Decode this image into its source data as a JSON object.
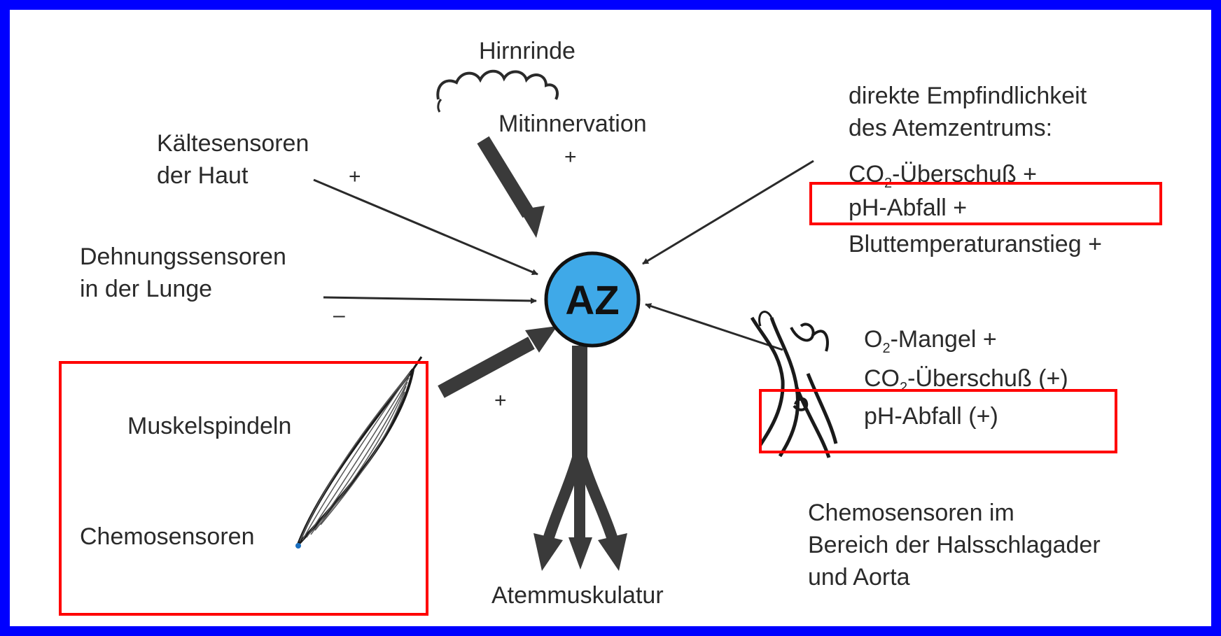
{
  "center": {
    "label": "AZ",
    "color": "#3fa9e8"
  },
  "hirnrinde": {
    "title": "Hirnrinde",
    "subtitle": "Mitinnervation",
    "sign": "+"
  },
  "kaelte": {
    "line1": "Kältesensoren",
    "line2": "der Haut",
    "sign": "+"
  },
  "dehnung": {
    "line1": "Dehnungssensoren",
    "line2": "in der Lunge",
    "sign": "–"
  },
  "muskel": {
    "label1": "Muskelspindeln",
    "label2": "Chemosensoren",
    "sign": "+"
  },
  "direkt": {
    "line1": "direkte Empfindlichkeit",
    "line2": "des Atemzentrums:",
    "co2_prefix": "CO",
    "co2_sub": "2",
    "co2_rest": "-Überschuß +",
    "ph": "pH-Abfall +",
    "temp": "Bluttemperaturanstieg +"
  },
  "carotis": {
    "o2_prefix": "O",
    "o2_sub": "2",
    "o2_rest": "-Mangel +",
    "co2_prefix": "CO",
    "co2_sub": "2",
    "co2_rest": "-Überschuß (+)",
    "ph": "pH-Abfall (+)",
    "desc1": "Chemosensoren im",
    "desc2": "Bereich der Halsschlagader",
    "desc3": "und Aorta"
  },
  "output": {
    "label": "Atemmuskulatur"
  },
  "highlight_color": "#ff0000",
  "frame_color": "#0000ff"
}
